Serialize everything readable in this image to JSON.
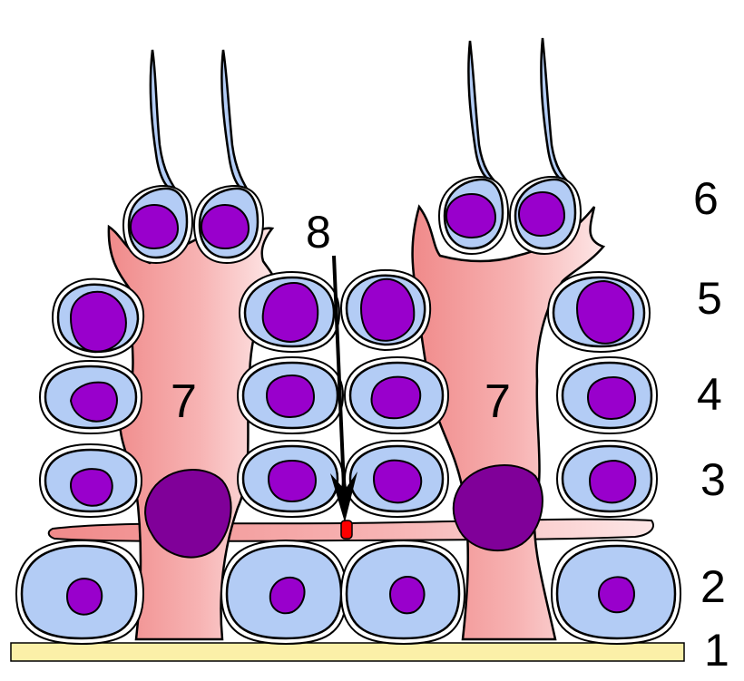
{
  "layer_labels": [
    "1",
    "2",
    "3",
    "4",
    "5",
    "6"
  ],
  "sertoli_label": "7",
  "junction_label": "8",
  "colors": {
    "basement_membrane": "#fbf0a8",
    "cell_body": "#b3ccf5",
    "nucleus": "#9900cc",
    "sertoli_nucleus": "#800099",
    "sertoli_gradient_start": "#f08a8a",
    "sertoli_gradient_end": "#fde6e6",
    "tight_junction": "#ff0000"
  }
}
